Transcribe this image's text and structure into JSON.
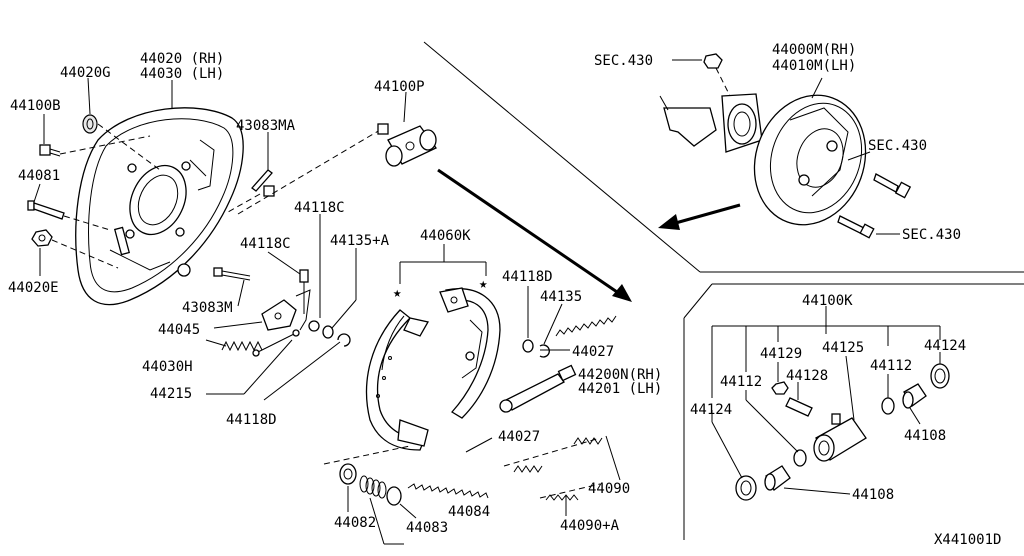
{
  "diagram_code": "X441001D",
  "labels": {
    "p44020G": "44020G",
    "p44020_rh": "44020 (RH)",
    "p44030_lh": "44030 (LH)",
    "p44100B": "44100B",
    "p44081": "44081",
    "p44020E": "44020E",
    "p43083MA": "43083MA",
    "p44100P": "44100P",
    "p44118C_a": "44118C",
    "p44118C_b": "44118C",
    "p44135A": "44135+A",
    "p43083M": "43083M",
    "p44045": "44045",
    "p44030H": "44030H",
    "p44215": "44215",
    "p44118D_a": "44118D",
    "p44060K": "44060K",
    "p44118D_b": "44118D",
    "p44135": "44135",
    "p44027_a": "44027",
    "p44200N": "44200N(RH)",
    "p44201": "44201  (LH)",
    "p44027_b": "44027",
    "p44090": "44090",
    "p44082": "44082",
    "p44084": "44084",
    "p44083": "44083",
    "p44090A": "44090+A",
    "sec430_a": "SEC.430",
    "p44000M": "44000M(RH)",
    "p44010M": "44010M(LH)",
    "sec430_b": "SEC.430",
    "sec430_c": "SEC.430",
    "p44100K": "44100K",
    "p44129": "44129",
    "p44125": "44125",
    "p44112_a": "44112",
    "p44124_a": "44124",
    "p44112_b": "44112",
    "p44128": "44128",
    "p44124_b": "44124",
    "p44108_a": "44108",
    "p44108_b": "44108"
  },
  "icons": {
    "star": "★"
  }
}
